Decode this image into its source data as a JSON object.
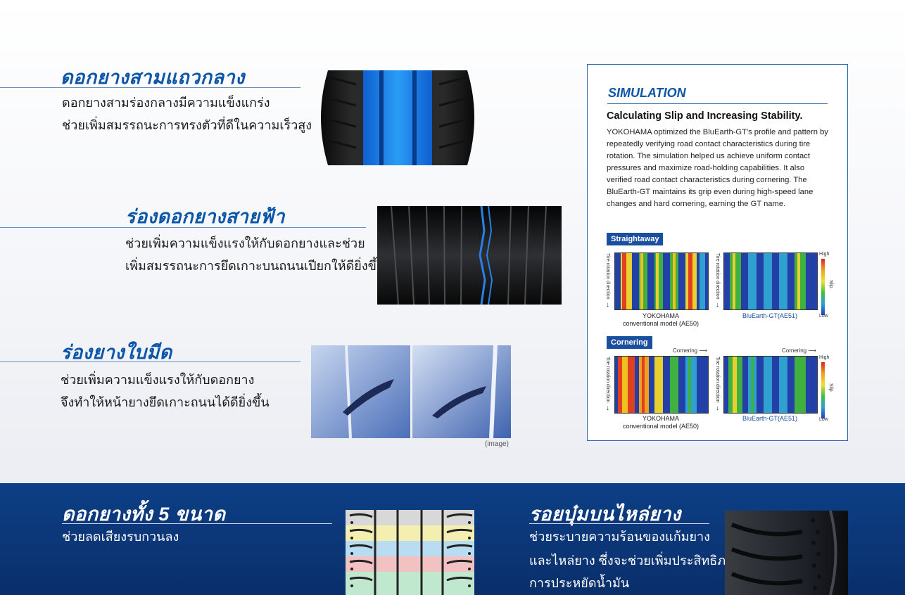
{
  "features": [
    {
      "title": "ดอกยางสามแถวกลาง",
      "lines": [
        "ดอกยางสามร่องกลางมีความแข็งแกร่ง",
        "ช่วยเพิ่มสมรรถนะการทรงตัวที่ดีในความเร็วสูง"
      ]
    },
    {
      "title": "ร่องดอกยางสายฟ้า",
      "lines": [
        "ช่วยเพิ่มความแข็งแรงให้กับดอกยางและช่วย",
        "เพิ่มสมรรถนะการยึดเกาะบนถนนเปียกให้ดียิ่งขึ้น"
      ]
    },
    {
      "title": "ร่องยางใบมีด",
      "lines": [
        "ช่วยเพิ่มความแข็งแรงให้กับดอกยาง",
        "จึงทำให้หน้ายางยึดเกาะถนนได้ดียิ่งขึ้น"
      ],
      "caption": "(image)"
    }
  ],
  "simulation": {
    "title": "SIMULATION",
    "heading": "Calculating Slip and Increasing Stability.",
    "body": "YOKOHAMA optimized the BluEarth-GT's profile and pattern by repeatedly verifying road contact characteristics during tire rotation. The simulation helped us achieve uniform contact pressures and maximize road-holding capabilities. It also verified road contact characteristics during cornering. The BluEarth-GT maintains its grip even during high-speed lane changes and hard cornering, earning the GT name.",
    "direction_label": "Tire rotation direction",
    "cornering_label": "Cornering",
    "scale": {
      "high": "High",
      "low": "Low",
      "name": "Slip"
    },
    "panels": [
      {
        "tag": "Straightaway"
      },
      {
        "tag": "Cornering"
      }
    ],
    "model_left_line1": "YOKOHAMA",
    "model_left_line2": "conventional model (AE50)",
    "model_right": "BluEarth-GT(AE51)"
  },
  "bottom": [
    {
      "title": "ดอกยางทั้ง 5 ขนาด",
      "lines": [
        "ช่วยลดเสียงรบกวนลง"
      ]
    },
    {
      "title": "รอยบุ๋มบนไหล่ยาง",
      "lines": [
        "ช่วยระบายความร้อนของแก้มยาง",
        "และไหล่ยาง ซึ่งจะช่วยเพิ่มประสิทธิภาพ",
        "การประหยัดน้ำมัน"
      ]
    }
  ],
  "colors": {
    "brand_blue": "#0b56a8",
    "band_blue": "#0d3f86",
    "tag_blue": "#1a4fa0"
  }
}
